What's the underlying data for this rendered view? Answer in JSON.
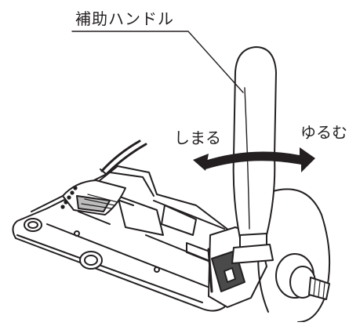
{
  "labels": {
    "handle": "補助ハンドル",
    "tighten": "しまる",
    "loosen": "ゆるむ"
  },
  "colors": {
    "line": "#231f20",
    "background": "#ffffff",
    "shade": "#bdbdbd",
    "dark": "#4a4a4a"
  }
}
